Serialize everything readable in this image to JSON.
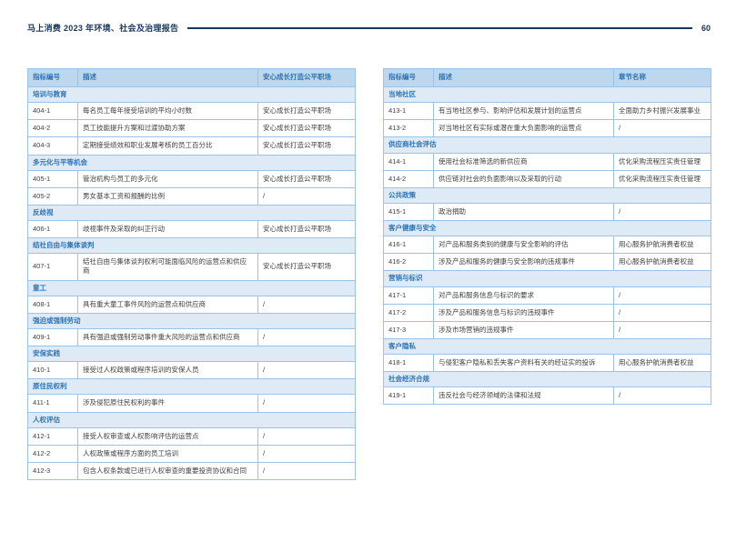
{
  "page": {
    "title": "马上消费 2023 年环境、社会及治理报告",
    "page_number": "60"
  },
  "colors": {
    "accent": "#2E74B5",
    "header_bg": "#BDD7EE",
    "group_bg": "#DEEBF7",
    "border": "#9CC3E5",
    "title_color": "#17365D"
  },
  "left_table": {
    "headers": [
      "指标编号",
      "描述",
      "安心成长打造公平职场"
    ],
    "rows": [
      {
        "type": "group",
        "label": "培训与教育"
      },
      {
        "type": "data",
        "id": "404-1",
        "desc": "每名员工每年接受培训的平均小时数",
        "chapter": "安心成长打造公平职场"
      },
      {
        "type": "data",
        "id": "404-2",
        "desc": "员工技能提升方案和过渡协助方案",
        "chapter": "安心成长打造公平职场"
      },
      {
        "type": "data",
        "id": "404-3",
        "desc": "定期接受绩效和职业发展考核的员工百分比",
        "chapter": "安心成长打造公平职场"
      },
      {
        "type": "group",
        "label": "多元化与平等机会"
      },
      {
        "type": "data",
        "id": "405-1",
        "desc": "管治机构与员工的多元化",
        "chapter": "安心成长打造公平职场"
      },
      {
        "type": "data",
        "id": "405-2",
        "desc": "男女基本工资和报酬的比例",
        "chapter": "/"
      },
      {
        "type": "group",
        "label": "反歧视"
      },
      {
        "type": "data",
        "id": "406-1",
        "desc": "歧视事件及采取的纠正行动",
        "chapter": "安心成长打造公平职场"
      },
      {
        "type": "group",
        "label": "结社自由与集体谈判"
      },
      {
        "type": "data",
        "id": "407-1",
        "desc": "结社自由与集体谈判权利可能面临风险的运营点和供应商",
        "chapter": "安心成长打造公平职场"
      },
      {
        "type": "group",
        "label": "童工"
      },
      {
        "type": "data",
        "id": "408-1",
        "desc": "具有重大童工事件风险的运营点和供应商",
        "chapter": "/"
      },
      {
        "type": "group",
        "label": "强迫或强制劳动"
      },
      {
        "type": "data",
        "id": "409-1",
        "desc": "具有强迫或强制劳动事件重大风险的运营点和供应商",
        "chapter": "/"
      },
      {
        "type": "group",
        "label": "安保实践"
      },
      {
        "type": "data",
        "id": "410-1",
        "desc": "接受过人权政策或程序培训的安保人员",
        "chapter": "/"
      },
      {
        "type": "group",
        "label": "原住民权利"
      },
      {
        "type": "data",
        "id": "411-1",
        "desc": "涉及侵犯原住民权利的事件",
        "chapter": "/"
      },
      {
        "type": "group",
        "label": "人权评估"
      },
      {
        "type": "data",
        "id": "412-1",
        "desc": "接受人权审查或人权影响评估的运营点",
        "chapter": "/"
      },
      {
        "type": "data",
        "id": "412-2",
        "desc": "人权政策或程序方面的员工培训",
        "chapter": "/"
      },
      {
        "type": "data",
        "id": "412-3",
        "desc": "包含人权条款或已进行人权审查的重要投资协议和合同",
        "chapter": "/"
      }
    ]
  },
  "right_table": {
    "headers": [
      "指标编号",
      "描述",
      "章节名称"
    ],
    "rows": [
      {
        "type": "group",
        "label": "当地社区"
      },
      {
        "type": "data",
        "id": "413-1",
        "desc": "有当地社区参与、影响评估和发展计划的运营点",
        "chapter": "全面助力乡村振兴发展事业"
      },
      {
        "type": "data",
        "id": "413-2",
        "desc": "对当地社区有实际或潜在重大负面影响的运营点",
        "chapter": "/"
      },
      {
        "type": "group",
        "label": "供应商社会评估"
      },
      {
        "type": "data",
        "id": "414-1",
        "desc": "使用社会标准筛选的新供应商",
        "chapter": "优化采购流程压实责任管理"
      },
      {
        "type": "data",
        "id": "414-2",
        "desc": "供应链对社会的负面影响以及采取的行动",
        "chapter": "优化采购流程压实责任管理"
      },
      {
        "type": "group",
        "label": "公共政策"
      },
      {
        "type": "data",
        "id": "415-1",
        "desc": "政治捐助",
        "chapter": "/"
      },
      {
        "type": "group",
        "label": "客户健康与安全"
      },
      {
        "type": "data",
        "id": "416-1",
        "desc": "对产品和服务类别的健康与安全影响的评估",
        "chapter": "用心服务护航消费者权益"
      },
      {
        "type": "data",
        "id": "416-2",
        "desc": "涉及产品和服务的健康与安全影响的违规事件",
        "chapter": "用心服务护航消费者权益"
      },
      {
        "type": "group",
        "label": "营销与标识"
      },
      {
        "type": "data",
        "id": "417-1",
        "desc": "对产品和服务信息与标识的要求",
        "chapter": "/"
      },
      {
        "type": "data",
        "id": "417-2",
        "desc": "涉及产品和服务信息与标识的违规事件",
        "chapter": "/"
      },
      {
        "type": "data",
        "id": "417-3",
        "desc": "涉及市场营销的违规事件",
        "chapter": "/"
      },
      {
        "type": "group",
        "label": "客户隐私"
      },
      {
        "type": "data",
        "id": "418-1",
        "desc": "与侵犯客户隐私和丢失客户资料有关的经证实的投诉",
        "chapter": "用心服务护航消费者权益"
      },
      {
        "type": "group",
        "label": "社会经济合规"
      },
      {
        "type": "data",
        "id": "419-1",
        "desc": "违反社会与经济领域的法律和法规",
        "chapter": "/"
      }
    ]
  }
}
